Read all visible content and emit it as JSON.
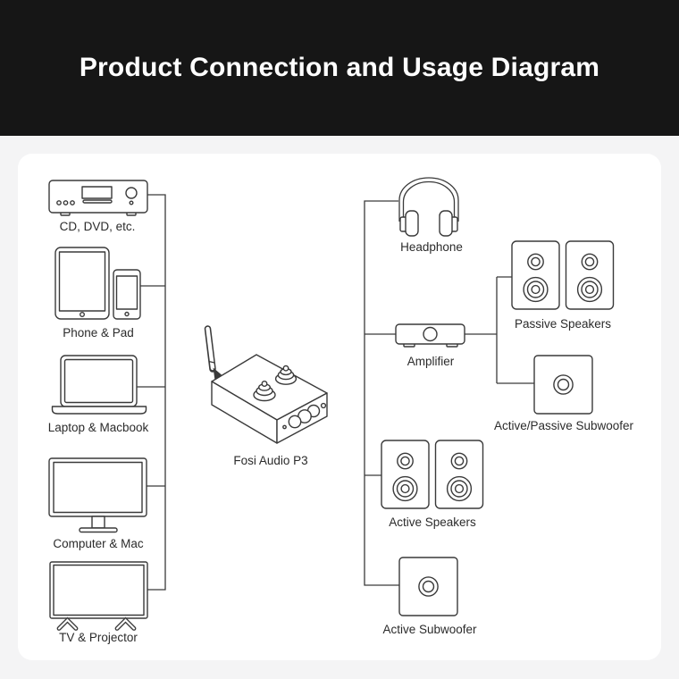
{
  "header": {
    "title": "Product Connection and Usage Diagram"
  },
  "product": {
    "label": "Fosi Audio P3",
    "icon": "amplifier-box-with-antenna-icon"
  },
  "sources": [
    {
      "label": "CD, DVD, etc.",
      "icon": "cd-dvd-player-icon"
    },
    {
      "label": "Phone & Pad",
      "icon": "phone-and-tablet-icon"
    },
    {
      "label": "Laptop & Macbook",
      "icon": "laptop-icon"
    },
    {
      "label": "Computer & Mac",
      "icon": "desktop-monitor-icon"
    },
    {
      "label": "TV & Projector",
      "icon": "tv-icon"
    }
  ],
  "outputs": [
    {
      "label": "Headphone",
      "icon": "headphone-icon"
    },
    {
      "label": "Amplifier",
      "icon": "amplifier-icon"
    },
    {
      "label": "Passive Speakers",
      "icon": "speaker-pair-icon"
    },
    {
      "label": "Active/Passive Subwoofer",
      "icon": "subwoofer-icon"
    },
    {
      "label": "Active Speakers",
      "icon": "speaker-pair-icon"
    },
    {
      "label": "Active Subwoofer",
      "icon": "subwoofer-icon"
    }
  ],
  "colors": {
    "header_bg": "#161616",
    "page_bg": "#f4f4f5",
    "card_bg": "#ffffff",
    "line": "#3a3a3a",
    "text": "#2b2b2b",
    "title_text": "#ffffff"
  }
}
